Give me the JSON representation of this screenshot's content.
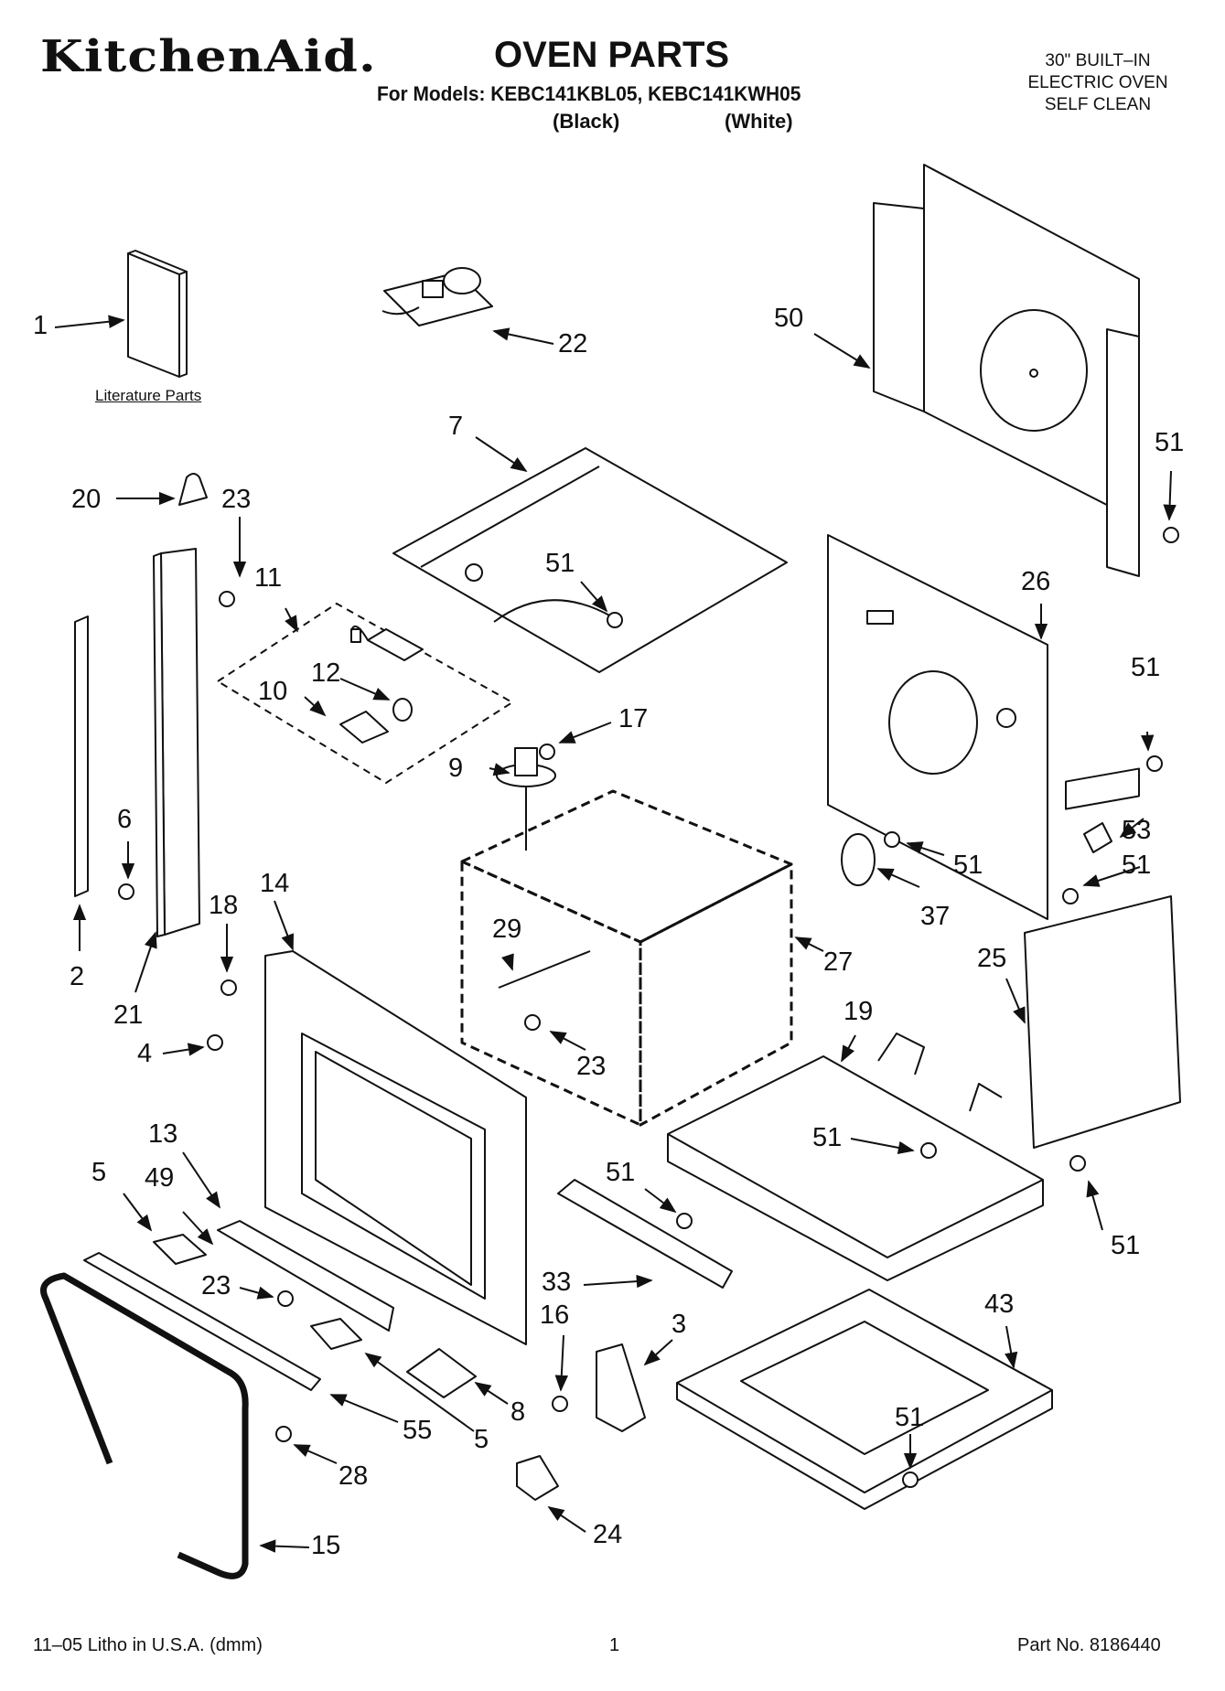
{
  "header": {
    "brand": "KitchenAid.",
    "title": "OVEN PARTS",
    "models_line": "For Models: KEBC141KBL05, KEBC141KWH05",
    "color_black": "(Black)",
    "color_white": "(White)",
    "spec": [
      "30\" BUILT–IN",
      "ELECTRIC OVEN",
      "SELF CLEAN"
    ]
  },
  "literature_label": "Literature Parts",
  "callouts": {
    "c1": "1",
    "c22": "22",
    "c50": "50",
    "c7": "7",
    "c51a": "51",
    "c20": "20",
    "c23a": "23",
    "c11": "11",
    "c12": "12",
    "c10": "10",
    "c51b": "51",
    "c26": "26",
    "c51c": "51",
    "c17": "17",
    "c9": "9",
    "c53": "53",
    "c6": "6",
    "c51d": "51",
    "c51e": "51",
    "c37": "37",
    "c18": "18",
    "c14": "14",
    "c29": "29",
    "c27": "27",
    "c2": "2",
    "c21": "21",
    "c25": "25",
    "c19": "19",
    "c4": "4",
    "c23b": "23",
    "c13": "13",
    "c51f": "51",
    "c5a": "5",
    "c49": "49",
    "c51g": "51",
    "c51h": "51",
    "c23c": "23",
    "c33": "33",
    "c16": "16",
    "c3": "3",
    "c43": "43",
    "c8": "8",
    "c55": "55",
    "c5b": "5",
    "c51i": "51",
    "c28": "28",
    "c24": "24",
    "c15": "15"
  },
  "footer": {
    "litho": "11–05 Litho in U.S.A. (dmm)",
    "page": "1",
    "part_no": "Part No. 8186440"
  }
}
